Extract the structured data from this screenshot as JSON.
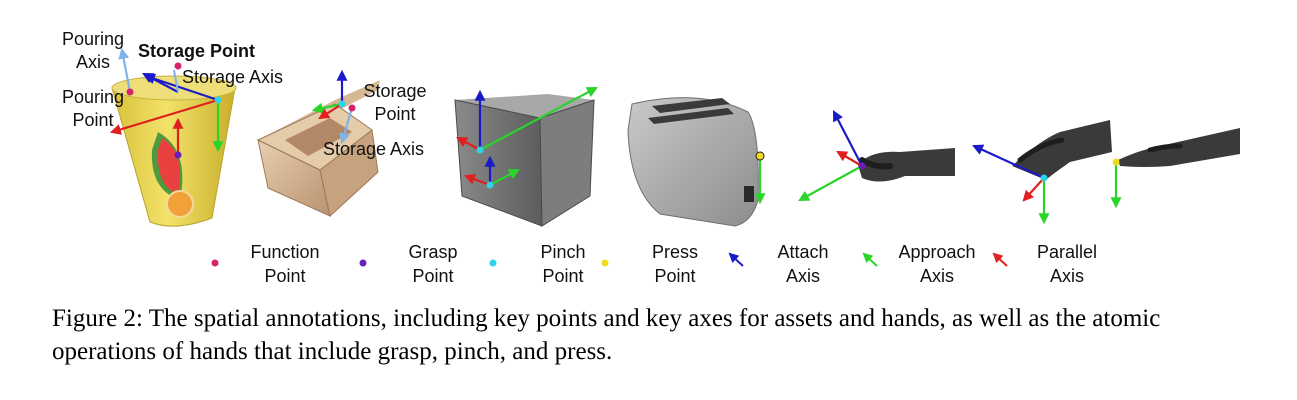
{
  "annotations": {
    "cup": {
      "pouring_axis": [
        "Pouring",
        "Axis"
      ],
      "pouring_point": [
        "Pouring",
        "Point"
      ],
      "storage_point": "Storage Point",
      "storage_axis": "Storage Axis"
    },
    "cabinet": {
      "storage_point": [
        "Storage",
        "Point"
      ],
      "storage_axis": "Storage Axis"
    }
  },
  "legend": {
    "items": [
      {
        "line1": "Function",
        "line2": "Point",
        "color": "#d6246c",
        "kind": "point"
      },
      {
        "line1": "Grasp",
        "line2": "Point",
        "color": "#6a1fb8",
        "kind": "point"
      },
      {
        "line1": "Pinch",
        "line2": "Point",
        "color": "#2fd2e6",
        "kind": "point"
      },
      {
        "line1": "Press",
        "line2": "Point",
        "color": "#f0dc1e",
        "kind": "point"
      },
      {
        "line1": "Attach",
        "line2": "Axis",
        "color": "#1a1ac8",
        "kind": "axis"
      },
      {
        "line1": "Approach",
        "line2": "Axis",
        "color": "#2ad42a",
        "kind": "axis"
      },
      {
        "line1": "Parallel",
        "line2": "Axis",
        "color": "#e01f1f",
        "kind": "axis"
      }
    ]
  },
  "caption": "Figure 2: The spatial annotations, including key points and key axes for assets and hands, as well as the atomic operations of hands that include grasp, pinch, and press."
}
